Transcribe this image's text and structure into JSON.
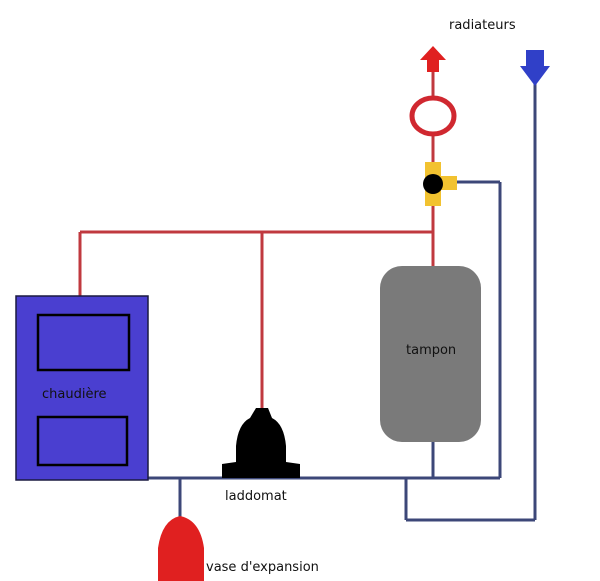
{
  "labels": {
    "radiators": "radiateurs",
    "buffer_tank": "tampon",
    "boiler": "chaudière",
    "laddomat": "laddomat",
    "expansion_vessel": "vase d'expansion"
  },
  "colors": {
    "hot_pipe": "#c0393f",
    "cold_pipe": "#3c4778",
    "boiler_fill": "#4a3fd0",
    "boiler_frame": "#1a1a40",
    "tank_fill": "#7a7a7a",
    "valve_body": "#f2c230",
    "pump_fill": "#000000",
    "vessel_fill": "#e02020",
    "arrow_up": "#e02020",
    "arrow_down": "#3040c8"
  },
  "icons": {
    "radiator_supply_arrow": "arrow-up-icon",
    "radiator_return_arrow": "arrow-down-icon",
    "circulator": "circulator-pump-icon",
    "three_way_valve": "three-way-valve-icon",
    "laddomat_unit": "laddomat-pump-icon",
    "expansion_vessel": "expansion-vessel-icon"
  }
}
